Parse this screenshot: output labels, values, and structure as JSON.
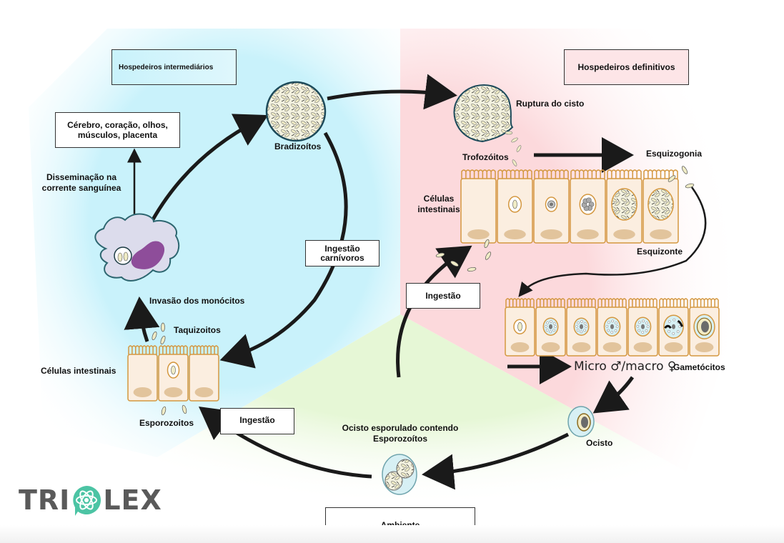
{
  "diagram": {
    "title_regions": {
      "intermediate_hosts": "Hospedeiros intermediários",
      "definitive_hosts": "Hospedeiros definitivos",
      "environment": "Ambiente"
    },
    "colors": {
      "intermediate_region": "#c9f2fb",
      "definitive_region": "#fcd9dc",
      "environment_region": "#e6f7d6",
      "cell_fill": "#fbeee0",
      "cell_border": "#d4973f",
      "nucleus": "#e2c49c",
      "monocyte_fill": "#dcdcec",
      "monocyte_nucleus": "#8e4d9a",
      "arrow": "#1a1a1a",
      "logo_text": "#5a5a5a",
      "logo_accent": "#4cc4a4"
    },
    "labels": {
      "organs": "Cérebro, coração, olhos, músculos, placenta",
      "organs_line1": "Cérebro, coração, olhos,",
      "organs_line2": "músculos, placenta",
      "dissemination_line1": "Disseminação na",
      "dissemination_line2": "corrente sanguínea",
      "bradyzoites": "Bradizoítos",
      "cyst_rupture": "Ruptura do cisto",
      "trophozoites": "Trofozóitos",
      "schizogony": "Esquizogonia",
      "intestinal_cells_right_line1": "Células",
      "intestinal_cells_right_line2": "intestinais",
      "schizont": "Esquizonte",
      "ingestion_carnivores_line1": "Ingestão",
      "ingestion_carnivores_line2": "carnívoros",
      "ingestion_right": "Ingestão",
      "ingestion_left": "Ingestão",
      "monocyte_invasion": "Invasão dos monócitos",
      "tachyzoites": "Taquizoitos",
      "intestinal_cells_left": "Células intestinais",
      "sporozoites": "Esporozoitos",
      "gametocytes_micro_macro": "Micro ♂/macro ♀",
      "gametocytes": "Gametócitos",
      "oocyst": "Ocisto",
      "sporulated_oocyst_line1": "Ocisto esporulado contendo",
      "sporulated_oocyst_line2": "Esporozoítos"
    },
    "logo": {
      "left": "TRI",
      "right": "LEX"
    }
  }
}
